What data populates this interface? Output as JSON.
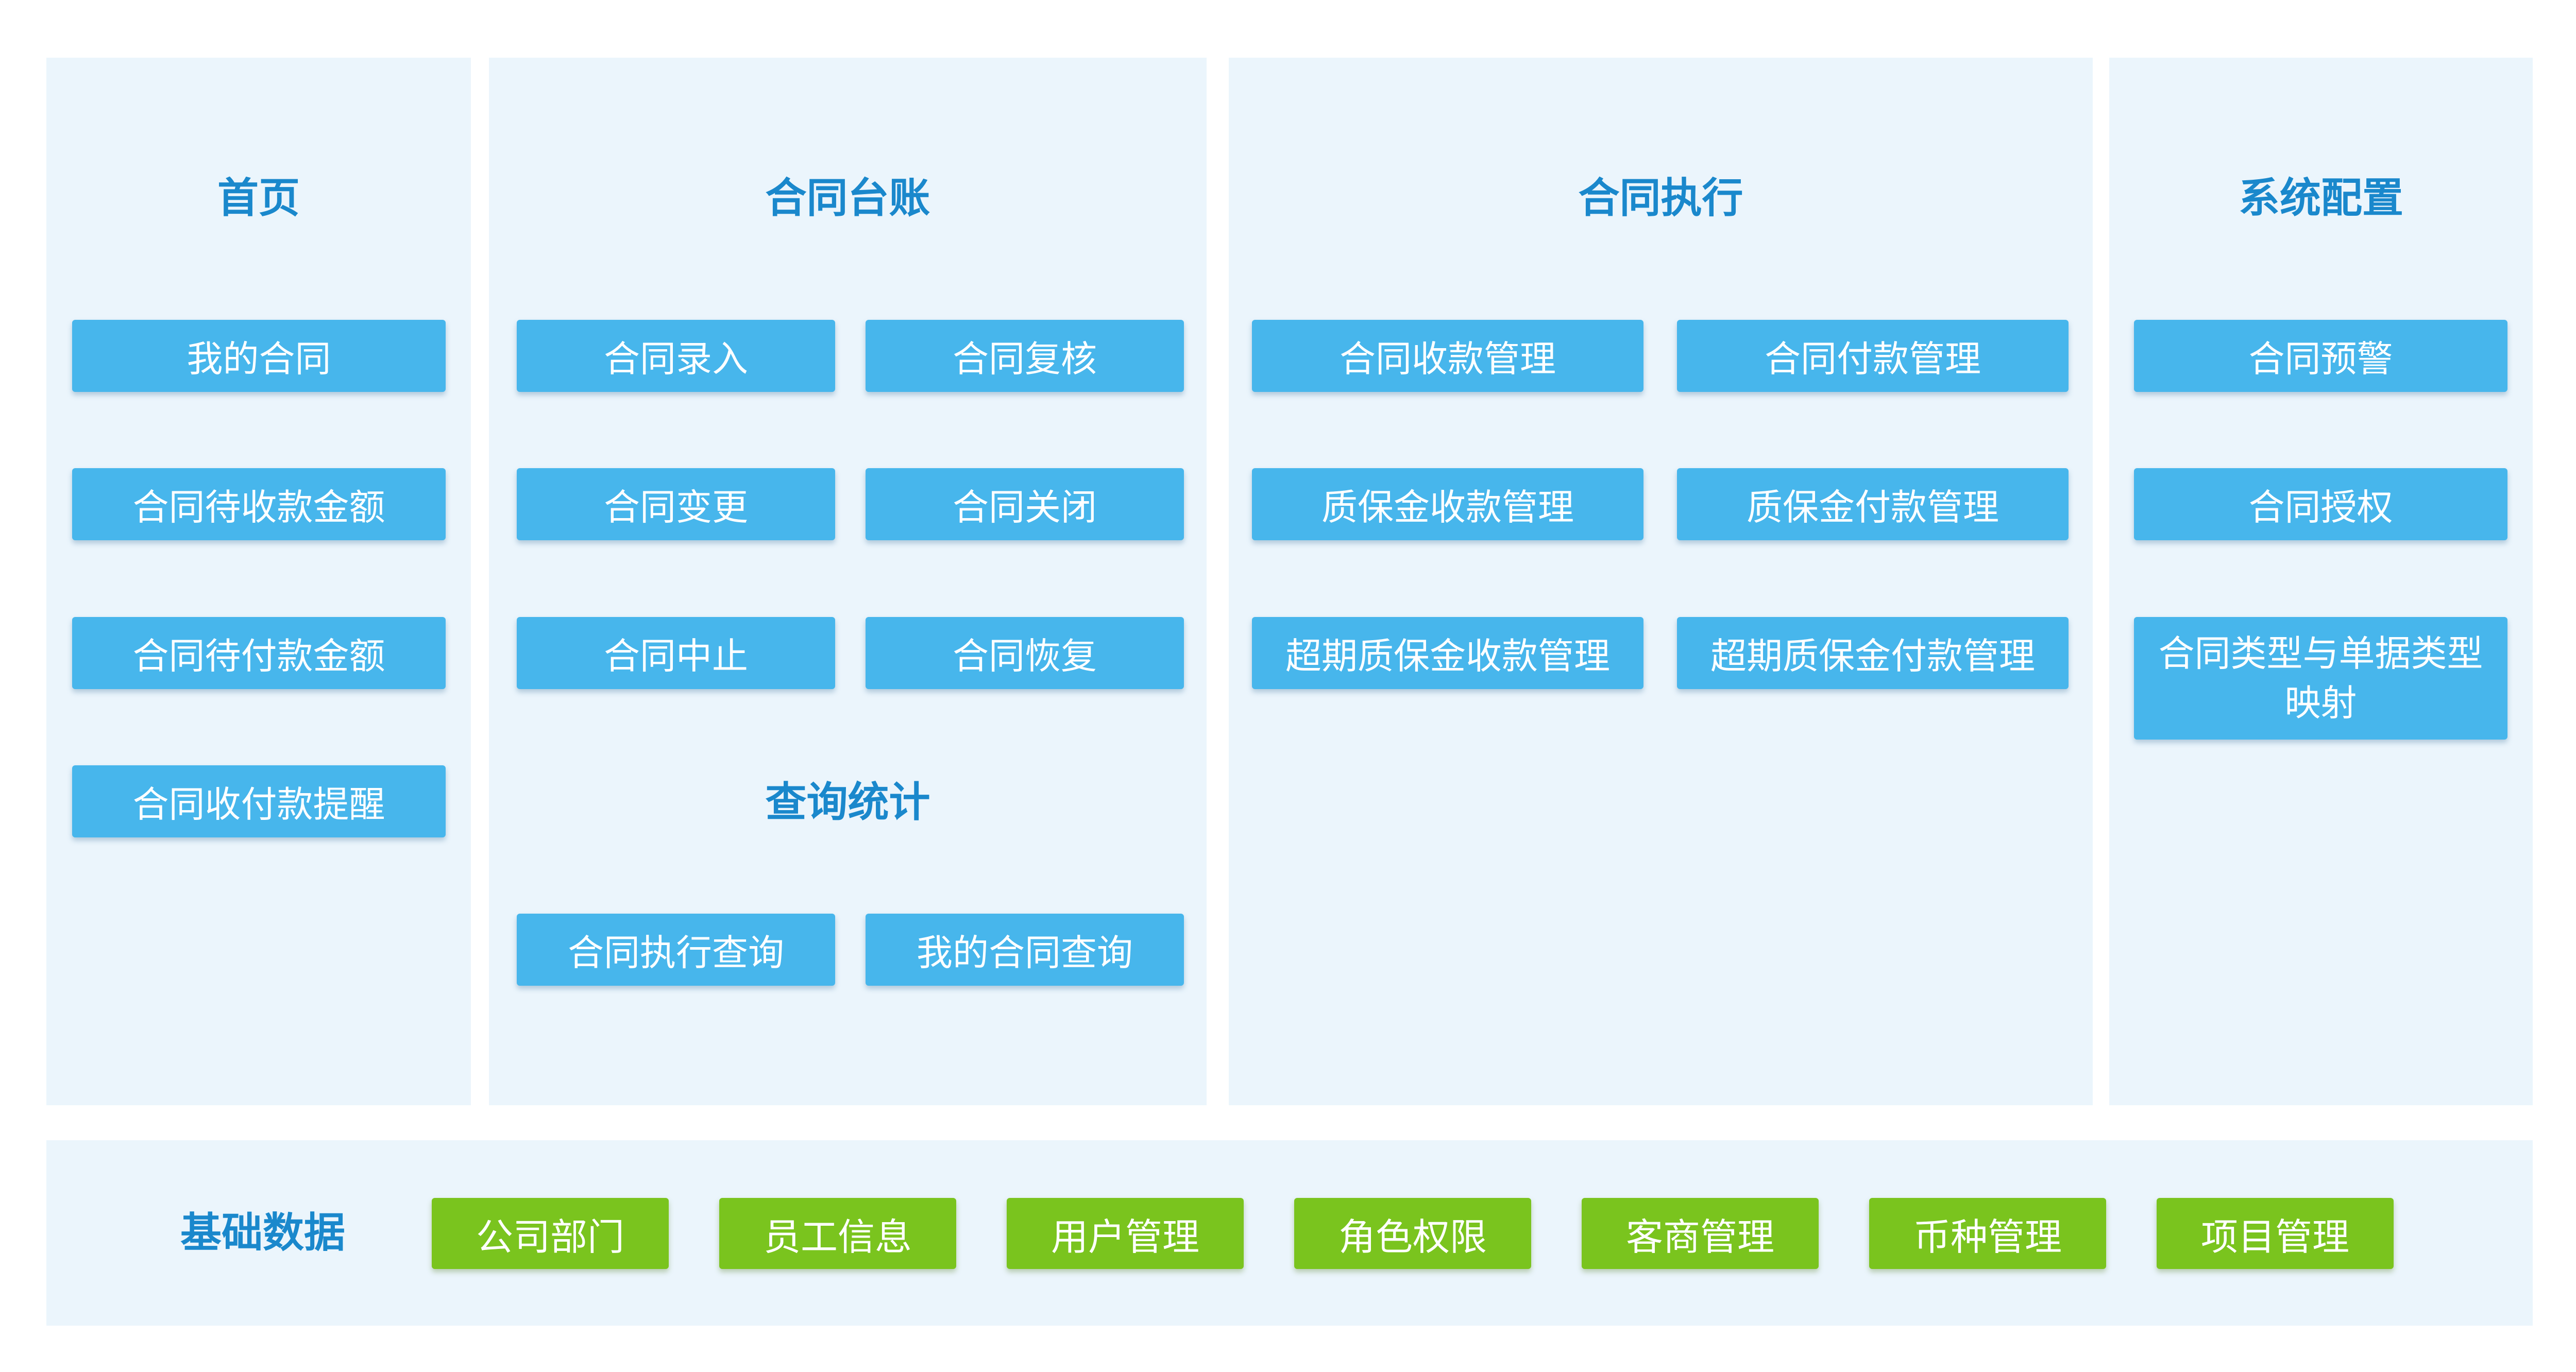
{
  "columns": [
    {
      "title": "首页",
      "buttons": [
        "我的合同",
        "合同待收款金额",
        "合同待付款金额",
        "合同收付款提醒"
      ]
    },
    {
      "title": "合同台账",
      "buttons": [
        "合同录入",
        "合同复核",
        "合同变更",
        "合同关闭",
        "合同中止",
        "合同恢复"
      ],
      "subsection": {
        "title": "查询统计",
        "buttons": [
          "合同执行查询",
          "我的合同查询"
        ]
      }
    },
    {
      "title": "合同执行",
      "buttons": [
        "合同收款管理",
        "合同付款管理",
        "质保金收款管理",
        "质保金付款管理",
        "超期质保金收款管理",
        "超期质保金付款管理"
      ]
    },
    {
      "title": "系统配置",
      "buttons": [
        "合同预警",
        "合同授权",
        "合同类型与单据类型映射"
      ]
    }
  ],
  "basic_data": {
    "title": "基础数据",
    "buttons": [
      "公司部门",
      "员工信息",
      "用户管理",
      "角色权限",
      "客商管理",
      "币种管理",
      "项目管理"
    ]
  },
  "colors": {
    "panel_bg": "#ebf5fc",
    "heading": "#1a88cc",
    "blue_button": "#47b6ec",
    "green_button": "#7ac41e"
  }
}
